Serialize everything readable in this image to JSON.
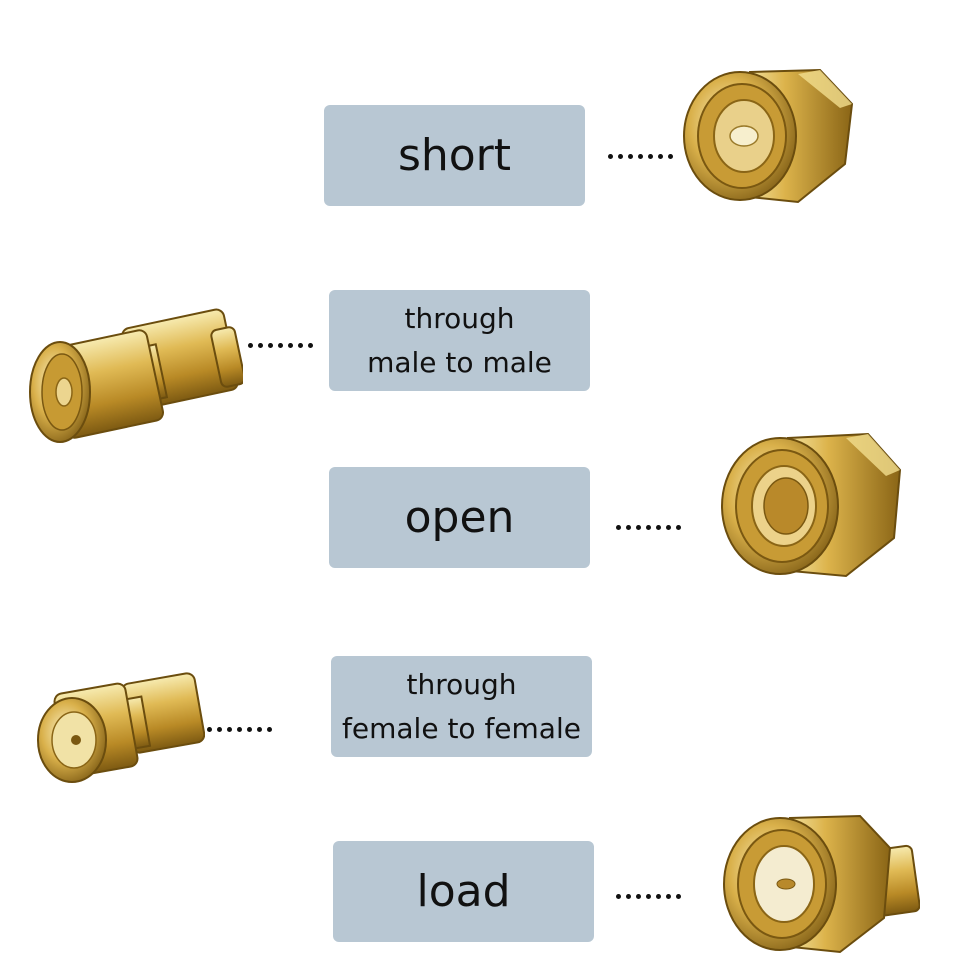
{
  "items": [
    {
      "id": "short",
      "lines": [
        "short"
      ]
    },
    {
      "id": "through-male",
      "lines": [
        "through",
        "male to male"
      ]
    },
    {
      "id": "open",
      "lines": [
        "open"
      ]
    },
    {
      "id": "through-female",
      "lines": [
        "through",
        "female to female"
      ]
    },
    {
      "id": "load",
      "lines": [
        "load"
      ]
    }
  ],
  "colors": {
    "label_bg": "#b8c7d3",
    "gold_light": "#f4e39a",
    "gold": "#d2a83c",
    "gold_dark": "#8a6516"
  },
  "icons": [
    "sma-short-cap-icon",
    "sma-male-male-adapter-icon",
    "sma-open-cap-icon",
    "sma-female-female-adapter-icon",
    "sma-load-cap-icon"
  ]
}
